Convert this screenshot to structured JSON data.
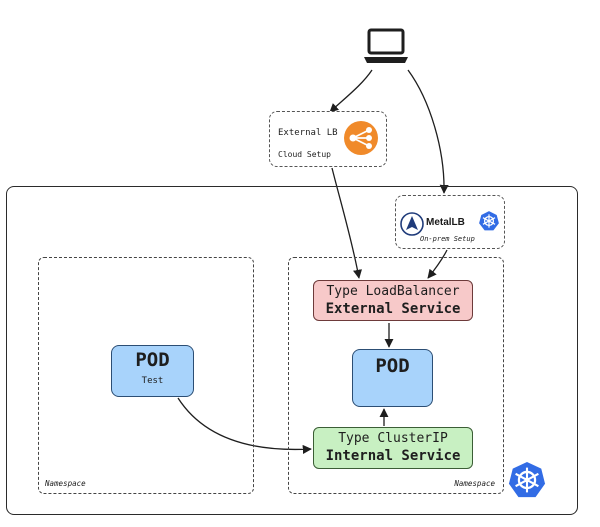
{
  "external_lb": {
    "label": "External LB",
    "sublabel": "Cloud Setup"
  },
  "metallb": {
    "name": "MetalLB",
    "sublabel": "On-prem Setup"
  },
  "service_lb": {
    "line1": "Type LoadBalancer",
    "line2": "External Service"
  },
  "service_ip": {
    "line1": "Type ClusterIP",
    "line2": "Internal Service"
  },
  "pod_test": {
    "title": "POD",
    "sublabel": "Test"
  },
  "pod_main": {
    "title": "POD"
  },
  "namespaces": {
    "left_label": "Namespace",
    "right_label": "Namespace"
  },
  "icons": {
    "laptop": "laptop-icon",
    "load_balancer": "aws-elb-icon",
    "metallb_logo": "metallb-logo-icon",
    "kubernetes": "kubernetes-icon"
  },
  "colors": {
    "lb_orange": "#f08a2a",
    "k8s_blue": "#326ce5",
    "service_lb_fill": "#f7c9c9",
    "service_ip_fill": "#c8f0c2",
    "pod_fill": "#a8d3fb"
  }
}
